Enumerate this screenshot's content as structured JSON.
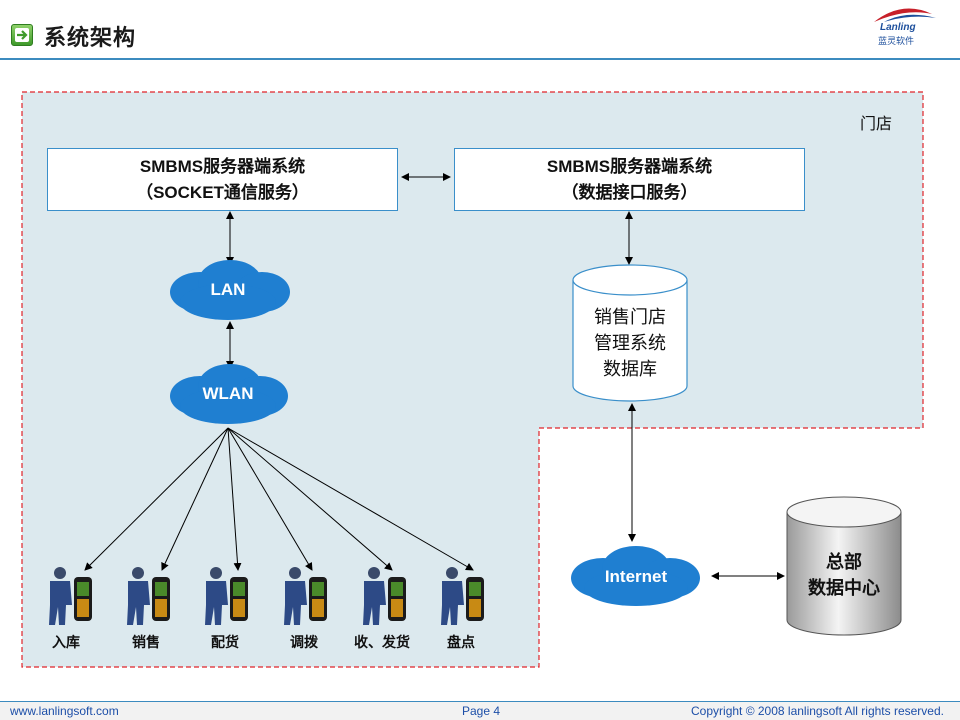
{
  "header": {
    "title": "系统架构",
    "logo_text": "Lanling",
    "logo_cn": "蓝灵软件"
  },
  "store_area": {
    "label": "门店"
  },
  "nodes": {
    "server_socket": {
      "line1": "SMBMS服务器端系统",
      "line2": "（SOCKET通信服务）"
    },
    "server_data": {
      "line1": "SMBMS服务器端系统",
      "line2": "（数据接口服务）"
    },
    "lan": "LAN",
    "wlan": "WLAN",
    "store_db": {
      "line1": "销售门店",
      "line2": "管理系统",
      "line3": "数据库"
    },
    "internet": "Internet",
    "hq_db": {
      "line1": "总部",
      "line2": "数据中心"
    }
  },
  "terminals": [
    {
      "label": "入库"
    },
    {
      "label": "销售"
    },
    {
      "label": "配货"
    },
    {
      "label": "调拨"
    },
    {
      "label": "收、发货"
    },
    {
      "label": "盘点"
    }
  ],
  "footer": {
    "website": "www.lanlingsoft.com",
    "page": "Page 4",
    "copyright": "Copyright © 2008 lanlingsoft All rights reserved."
  },
  "colors": {
    "store_fill": "#dce9ee",
    "store_border": "#e0242a",
    "cloud": "#1f7fd1",
    "accent": "#3c8bbf"
  }
}
